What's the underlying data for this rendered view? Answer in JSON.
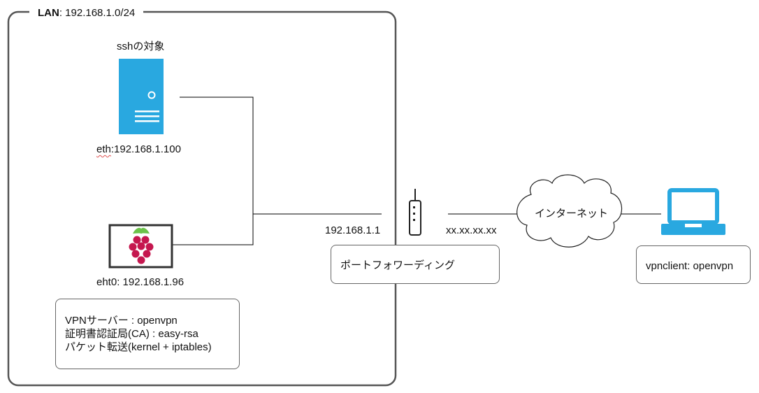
{
  "lan": {
    "label_bold": "LAN",
    "label_rest": ": 192.168.1.0/24"
  },
  "ssh_target": {
    "title": "sshの対象",
    "eth_prefix": "eth",
    "eth_rest": ":192.168.1.100"
  },
  "raspberry_pi": {
    "eth_label": "eht0: 192.168.1.96"
  },
  "router": {
    "lan_ip": "192.168.1.1",
    "wan_ip": "xx.xx.xx.xx",
    "feature": "ポートフォワーディング"
  },
  "internet": {
    "label": "インターネット"
  },
  "vpn_server_box": {
    "lines": [
      "VPNサーバー : openvpn",
      "証明書認証局(CA) : easy-rsa",
      "パケット転送(kernel + iptables)"
    ]
  },
  "client": {
    "label": "vpnclient: openvpn"
  },
  "colors": {
    "server": "#29a8e0",
    "laptop": "#29a8e0",
    "raspberry": "#c5174f",
    "leaf": "#6cc24a",
    "lines": "#000000",
    "lan_border": "#555555"
  },
  "icons": [
    "server-icon",
    "raspberry-pi-icon",
    "router-icon",
    "cloud-icon",
    "laptop-icon"
  ]
}
